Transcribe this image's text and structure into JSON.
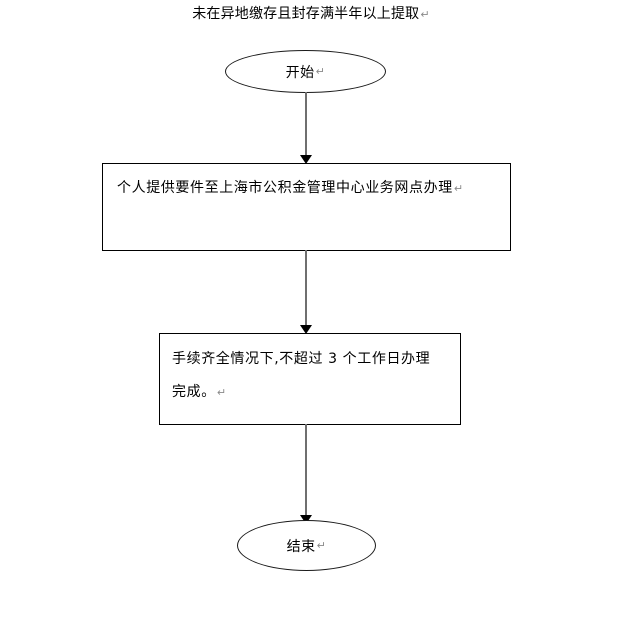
{
  "document": {
    "title": "未在异地缴存且封存满半年以上提取",
    "pilcrow": "↵",
    "background_color": "#ffffff",
    "text_color": "#000000",
    "pilcrow_color": "#8a8a8a",
    "shape_border_color": "#000000",
    "connector_color": "#6f6f6f",
    "arrowhead_color": "#000000"
  },
  "flowchart": {
    "type": "flowchart",
    "orientation": "vertical",
    "nodes": [
      {
        "id": "start",
        "shape": "oval",
        "label": "开始",
        "trailing_mark": "↵"
      },
      {
        "id": "apply",
        "shape": "rectangle",
        "lines": [
          "个人提供要件至上海市公积金管理中心业务网点办理"
        ],
        "trailing_mark": "↵"
      },
      {
        "id": "process",
        "shape": "rectangle",
        "lines": [
          "手续齐全情况下,不超过 3 个工作日办理",
          "完成。"
        ],
        "trailing_mark": "↵"
      },
      {
        "id": "end",
        "shape": "oval",
        "label": "结束",
        "trailing_mark": "↵"
      }
    ],
    "edges": [
      {
        "id": "edge-start-apply",
        "from": "start",
        "to": "apply",
        "label": "",
        "arrow": "down"
      },
      {
        "id": "edge-apply-process",
        "from": "apply",
        "to": "process",
        "label": "",
        "arrow": "down"
      },
      {
        "id": "edge-process-end",
        "from": "process",
        "to": "end",
        "label": "",
        "arrow": "down"
      }
    ]
  }
}
